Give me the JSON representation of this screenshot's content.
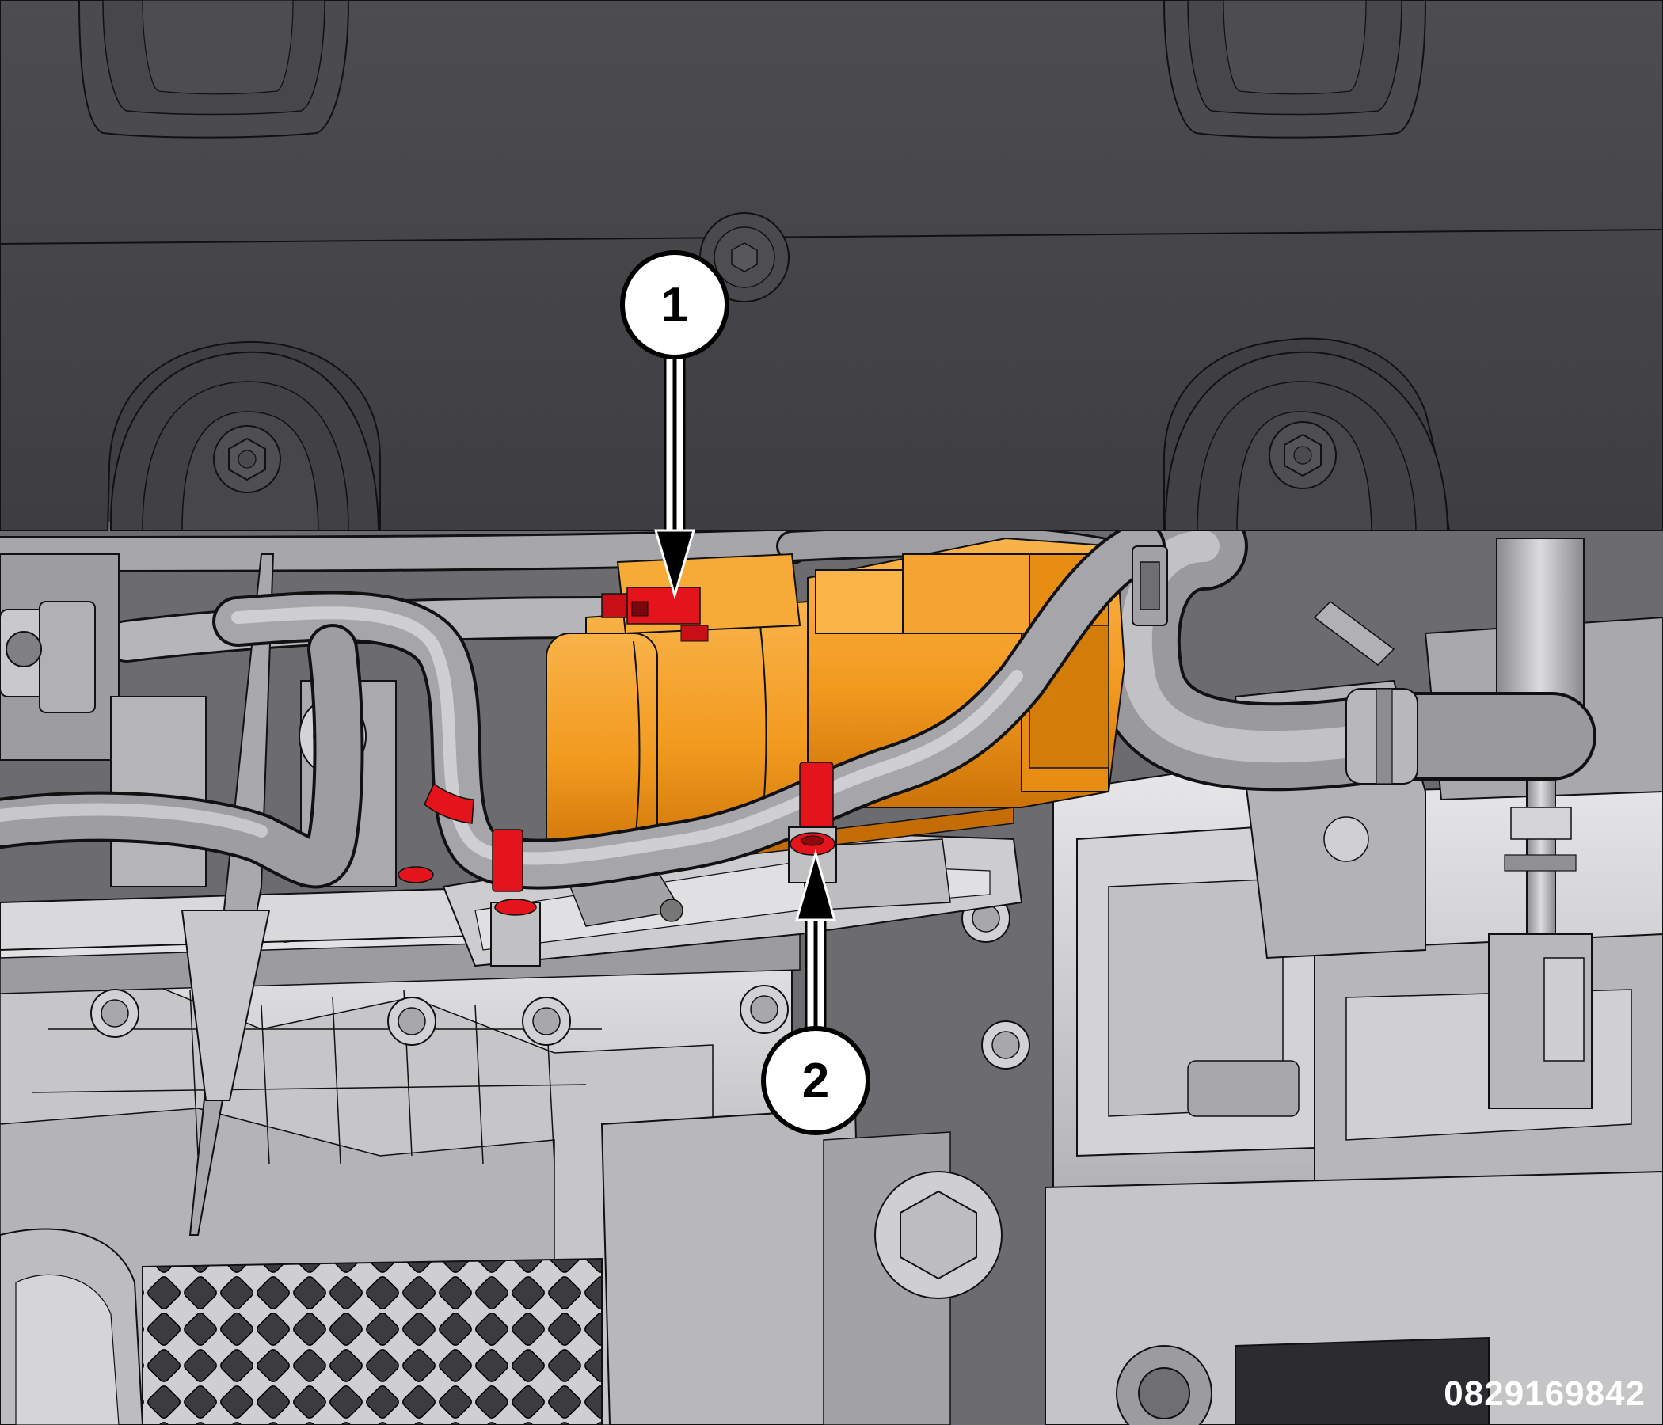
{
  "figure_id": "0829169842",
  "callouts": [
    {
      "number": "1"
    },
    {
      "number": "2"
    }
  ],
  "colors": {
    "background": "#3f3f43",
    "cover": "#454549",
    "metal_light": "#d7d7da",
    "metal_mid": "#a9a9ae",
    "metal_dark": "#707074",
    "hose": "#8e8e93",
    "highlight_component": "#f7a12a",
    "highlight_fastener": "#e3141b",
    "callout_fill": "#ffffff",
    "callout_stroke": "#000000",
    "label_text": "#ffffff"
  },
  "icons": [
    "bolt-icon",
    "arrow-up-icon",
    "arrow-down-icon"
  ]
}
